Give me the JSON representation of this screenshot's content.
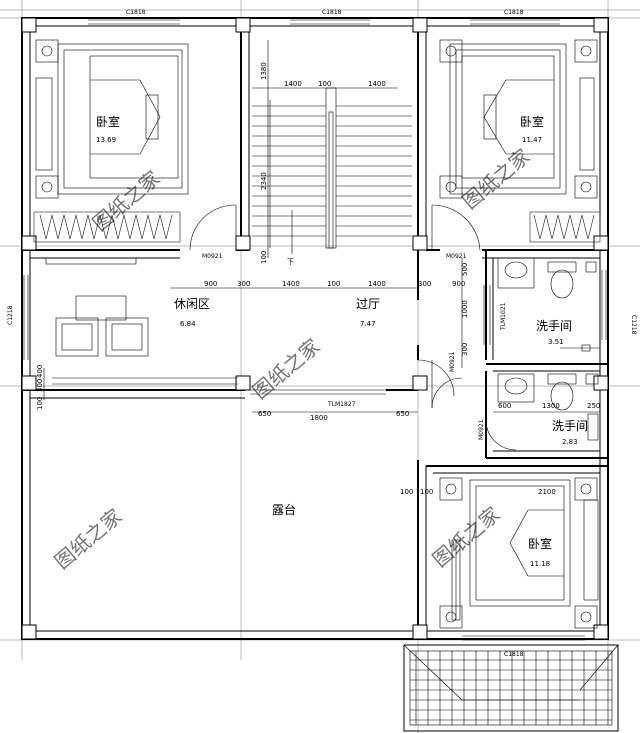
{
  "rooms": {
    "bedroom_nw": {
      "name": "卧室",
      "area": "13.69"
    },
    "bedroom_ne": {
      "name": "卧室",
      "area": "11.47"
    },
    "bedroom_se": {
      "name": "卧室",
      "area": "11.18"
    },
    "lounge": {
      "name": "休闲区",
      "area": "6.84"
    },
    "hall": {
      "name": "过厅",
      "area": "7.47"
    },
    "bath_upper": {
      "name": "洗手间",
      "area": "3.51"
    },
    "bath_lower": {
      "name": "洗手间",
      "area": "2.83"
    },
    "terrace": {
      "name": "露台"
    }
  },
  "window_codes": {
    "top_left": "C1818",
    "top_mid": "C1818",
    "top_right": "C1818",
    "left_side": "C1218",
    "right_side": "C1218",
    "bottom": "C1818",
    "door_a": "M0921",
    "door_b": "M0921",
    "door_c": "M0921",
    "door_d": "M0921",
    "sliding_door": "TLM1827",
    "partition": "TLM1021"
  },
  "dimensions": {
    "stair_top": "1380",
    "stair_mid": "2340",
    "stair_low": "100",
    "stair_w1": "1400",
    "stair_gap": "100",
    "stair_w2": "1400",
    "row_900a": "900",
    "row_300a": "300",
    "row_1400a": "1400",
    "row_100": "100",
    "row_1400b": "1400",
    "row_300b": "300",
    "row_900b": "900",
    "v500": "500",
    "v1000": "1000",
    "v300": "300",
    "l100": "100",
    "l300": "300",
    "l400": "400",
    "d650a": "650",
    "d1800": "1800",
    "d650b": "650",
    "bath_600": "600",
    "bath_1300": "1300",
    "bath_250": "250",
    "se_100a": "100",
    "se_100b": "100",
    "se_2100": "2100"
  },
  "marks": {
    "down_arrow": "下"
  },
  "watermark": "图纸之家"
}
